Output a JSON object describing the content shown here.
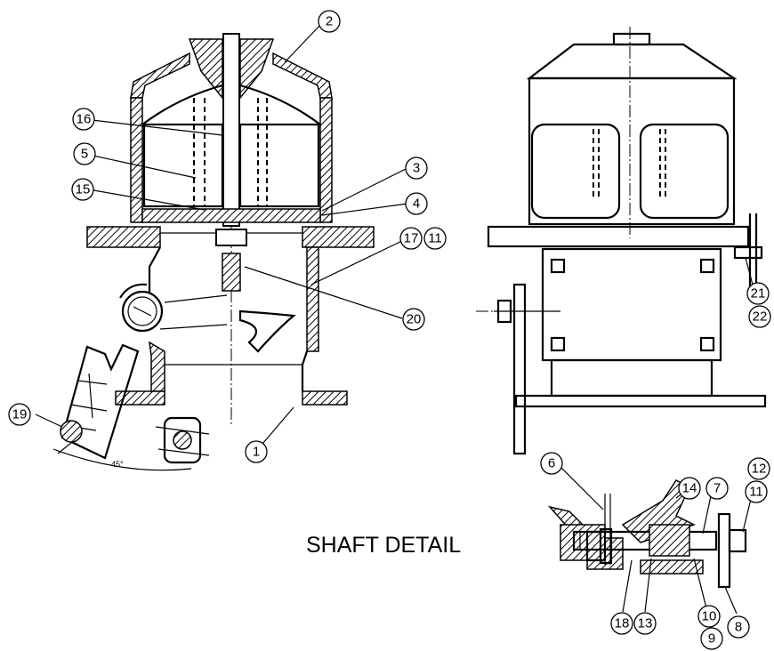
{
  "section_title": "SHAFT DETAIL",
  "angle_label": "45°",
  "balloons": [
    "1",
    "2",
    "3",
    "4",
    "5",
    "6",
    "7",
    "8",
    "9",
    "10",
    "11",
    "11",
    "12",
    "13",
    "14",
    "15",
    "16",
    "17",
    "18",
    "19",
    "20",
    "21",
    "22"
  ]
}
